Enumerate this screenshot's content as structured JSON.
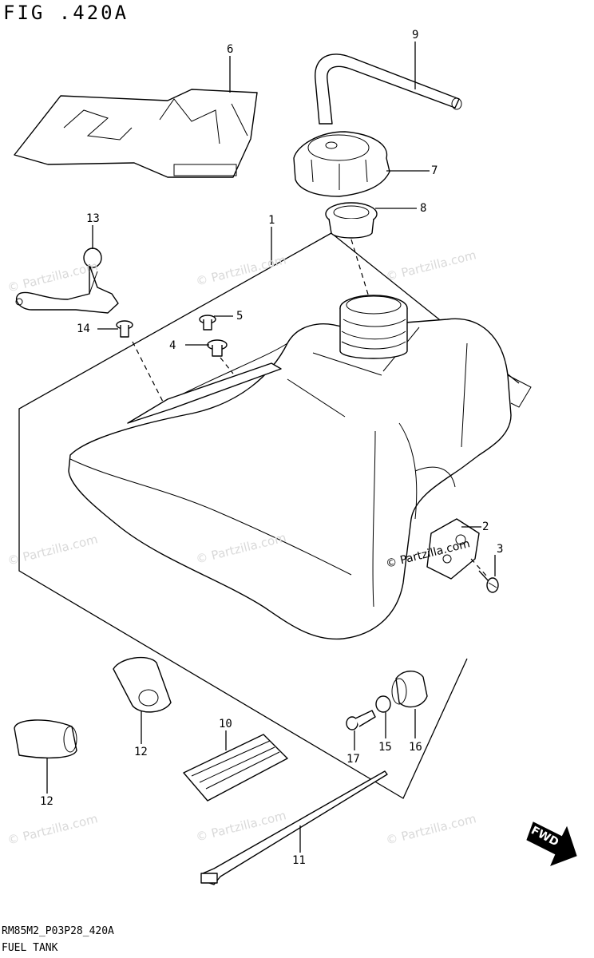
{
  "header": {
    "figure_title": "FIG .420A"
  },
  "footer": {
    "code": "RM85M2_P03P28_420A",
    "name": "FUEL TANK"
  },
  "watermark": {
    "text": "© Partzilla.com"
  },
  "fwd_badge": {
    "label": "FWD"
  },
  "callouts": {
    "c1": "1",
    "c2": "2",
    "c3": "3",
    "c4": "4",
    "c5": "5",
    "c6": "6",
    "c7": "7",
    "c8": "8",
    "c9": "9",
    "c10": "10",
    "c11": "11",
    "c12a": "12",
    "c12b": "12",
    "c13": "13",
    "c14": "14",
    "c15": "15",
    "c16": "16",
    "c17": "17"
  }
}
